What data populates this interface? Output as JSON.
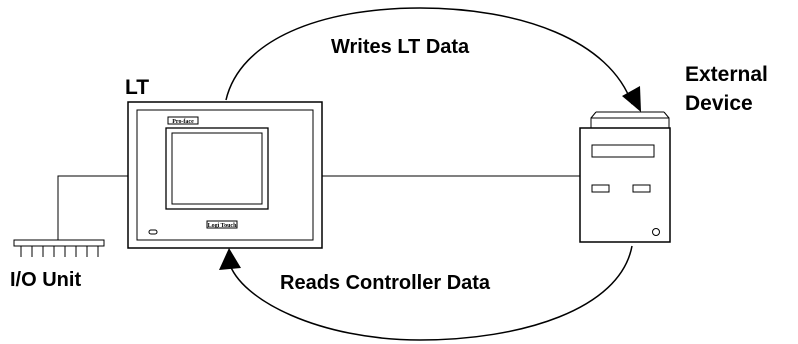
{
  "labels": {
    "lt": "LT",
    "writes": "Writes LT Data",
    "reads": "Reads Controller Data",
    "external_line1": "External",
    "external_line2": "Device",
    "io_unit": "I/O Unit"
  },
  "lt_panel": {
    "brand_top": "Pro-face",
    "brand_bottom": "Logi Touch"
  }
}
